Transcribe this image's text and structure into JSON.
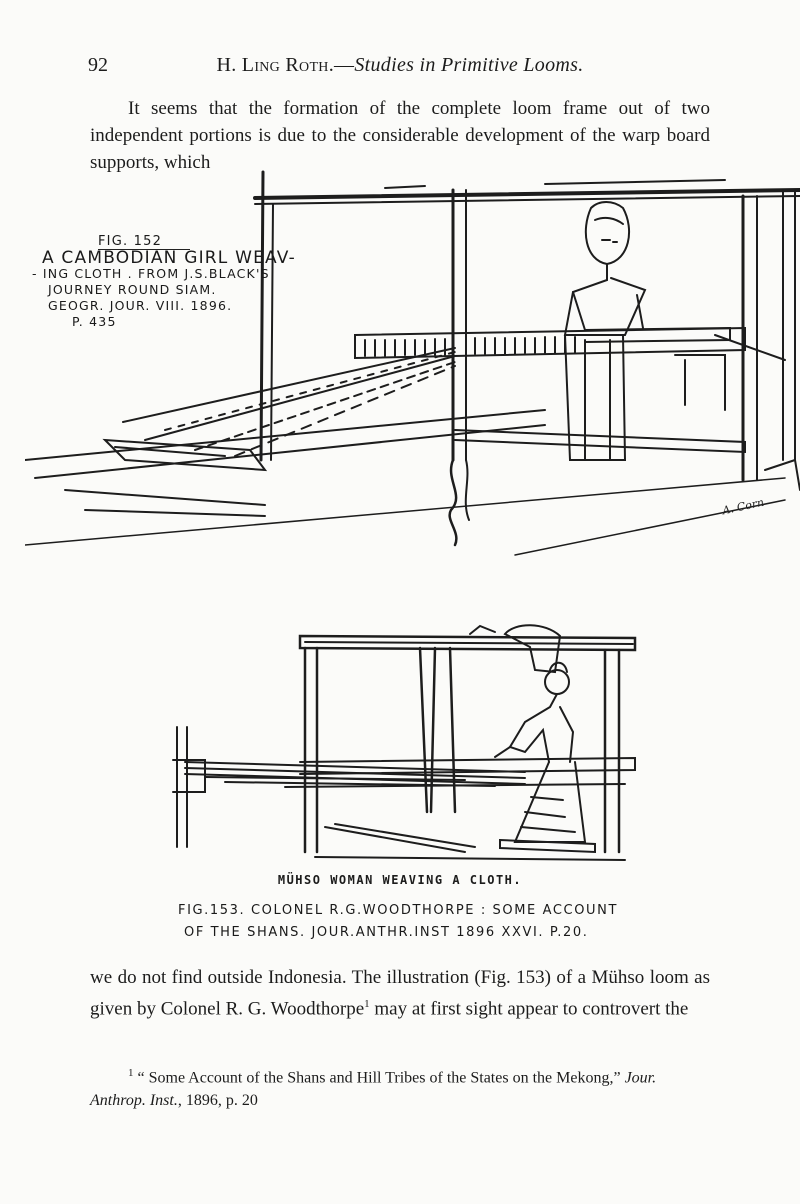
{
  "header": {
    "page_number": "92",
    "author": "H. Ling Roth.",
    "title": "Studies in Primitive Looms."
  },
  "paragraph_top": "It seems that the formation of the complete loom frame out of two independent portions is due to the considerable development of the warp board supports, which",
  "figure_152": {
    "label": "FIG. 152",
    "caption_lines": [
      "A CAMBODIAN GIRL WEAV-",
      "- ING CLOTH . FROM J.S.BLACK'S",
      "JOURNEY ROUND SIAM.",
      "GEOGR. JOUR. VIII. 1896.",
      "P. 435"
    ],
    "signature": "A. Corn"
  },
  "figure_153": {
    "printed_caption": "MÜHSO WOMAN WEAVING A CLOTH.",
    "caption_lines": [
      "FIG.153. COLONEL R.G.WOODTHORPE : SOME ACCOUNT",
      "OF THE SHANS. JOUR.ANTHR.INST 1896 XXVI. P.20."
    ]
  },
  "paragraph_bottom": {
    "part1": "we do not find outside Indonesia. The illustration (Fig. 153) of a Mühso loom as given by Colonel R. G. Woodthorpe",
    "footnote_ref": "1",
    "part2": " may at first sight appear to controvert the"
  },
  "footnote": {
    "marker": "1",
    "text_plain": " “ Some Account of the Shans and Hill Tribes of the States on the Mekong,” ",
    "journal": "Jour. Anthrop. Inst.",
    "tail": ", 1896, p. 20"
  }
}
